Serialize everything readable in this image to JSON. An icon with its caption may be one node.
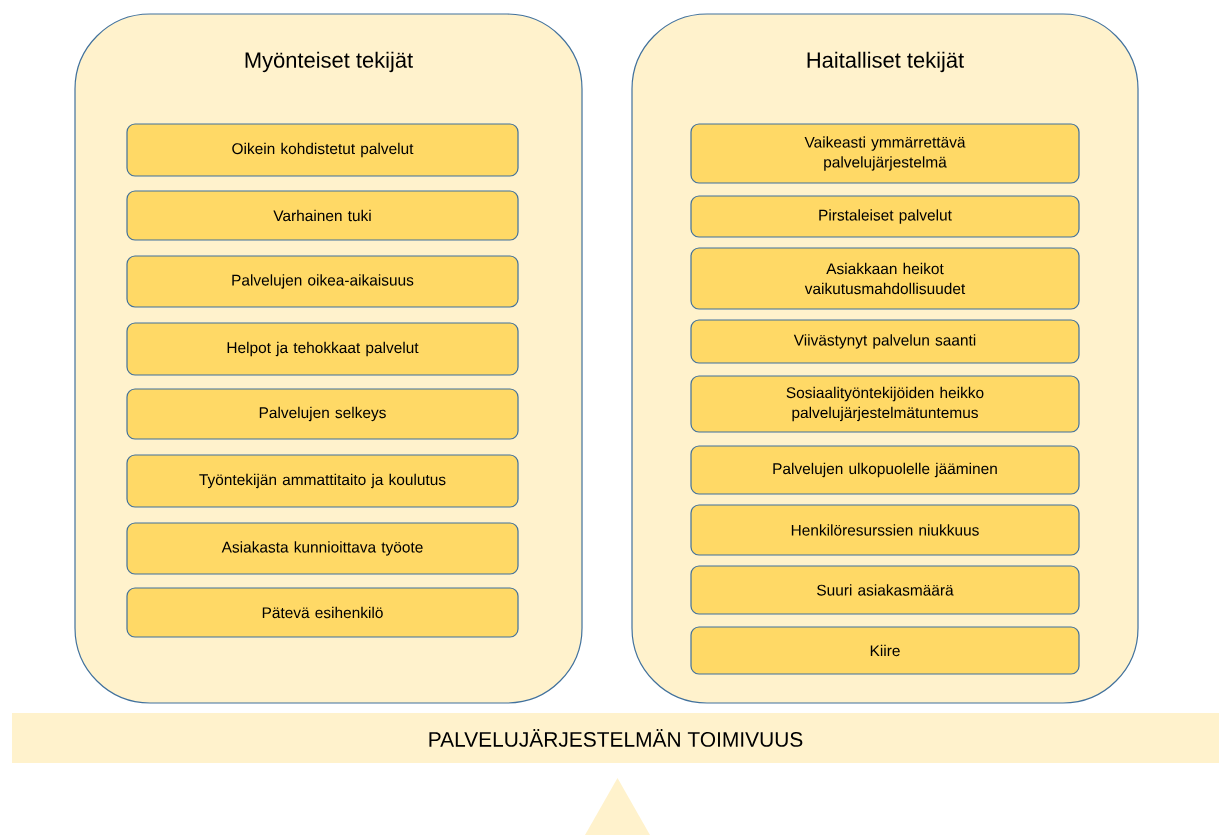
{
  "diagram": {
    "nodes": [
      {
        "text": [
          "Myönteiset tekijät"
        ]
      },
      {
        "text": [
          "Oikein kohdistetut palvelut"
        ],
        "in": 0
      },
      {
        "text": [
          "Varhainen tuki"
        ],
        "in": 0
      },
      {
        "text": [
          "Palvelujen oikea-aikaisuus"
        ],
        "in": 0
      },
      {
        "text": [
          "Helpot ja tehokkaat palvelut"
        ],
        "in": 0
      },
      {
        "text": [
          "Palvelujen selkeys"
        ],
        "in": 0
      },
      {
        "text": [
          "Työntekijän ammattitaito ja koulutus"
        ],
        "in": 0
      },
      {
        "text": [
          "Asiakasta kunnioittava työote"
        ],
        "in": 0
      },
      {
        "text": [
          "Pätevä esihenkilö"
        ],
        "in": 0
      },
      {
        "text": [
          "Haitalliset tekijät"
        ]
      },
      {
        "text": [
          "Vaikeasti ymmärrettävä palvelujärjestelmä"
        ],
        "in": 9
      },
      {
        "text": [
          "Pirstaleiset palvelut"
        ],
        "in": 9
      },
      {
        "text": [
          "Asiakkaan heikot vaikutusmahdollisuudet"
        ],
        "in": 9
      },
      {
        "text": [
          "Viivästynyt palvelun saanti"
        ],
        "in": 9
      },
      {
        "text": [
          "Sosiaalityöntekijöiden heikko palvelujärjestelmätuntemus"
        ],
        "in": 9
      },
      {
        "text": [
          "Palvelujen ulkopuolelle jääminen"
        ],
        "in": 9
      },
      {
        "text": [
          "Henkilöresurssien niukkuus"
        ],
        "in": 9
      },
      {
        "text": [
          "Suuri asiakasmäärä"
        ],
        "in": 9
      },
      {
        "text": [
          "Kiire"
        ],
        "in": 9
      },
      {
        "text": [
          "PALVELUJÄRJESTELMÄN TOIMIVUUS"
        ]
      }
    ]
  }
}
